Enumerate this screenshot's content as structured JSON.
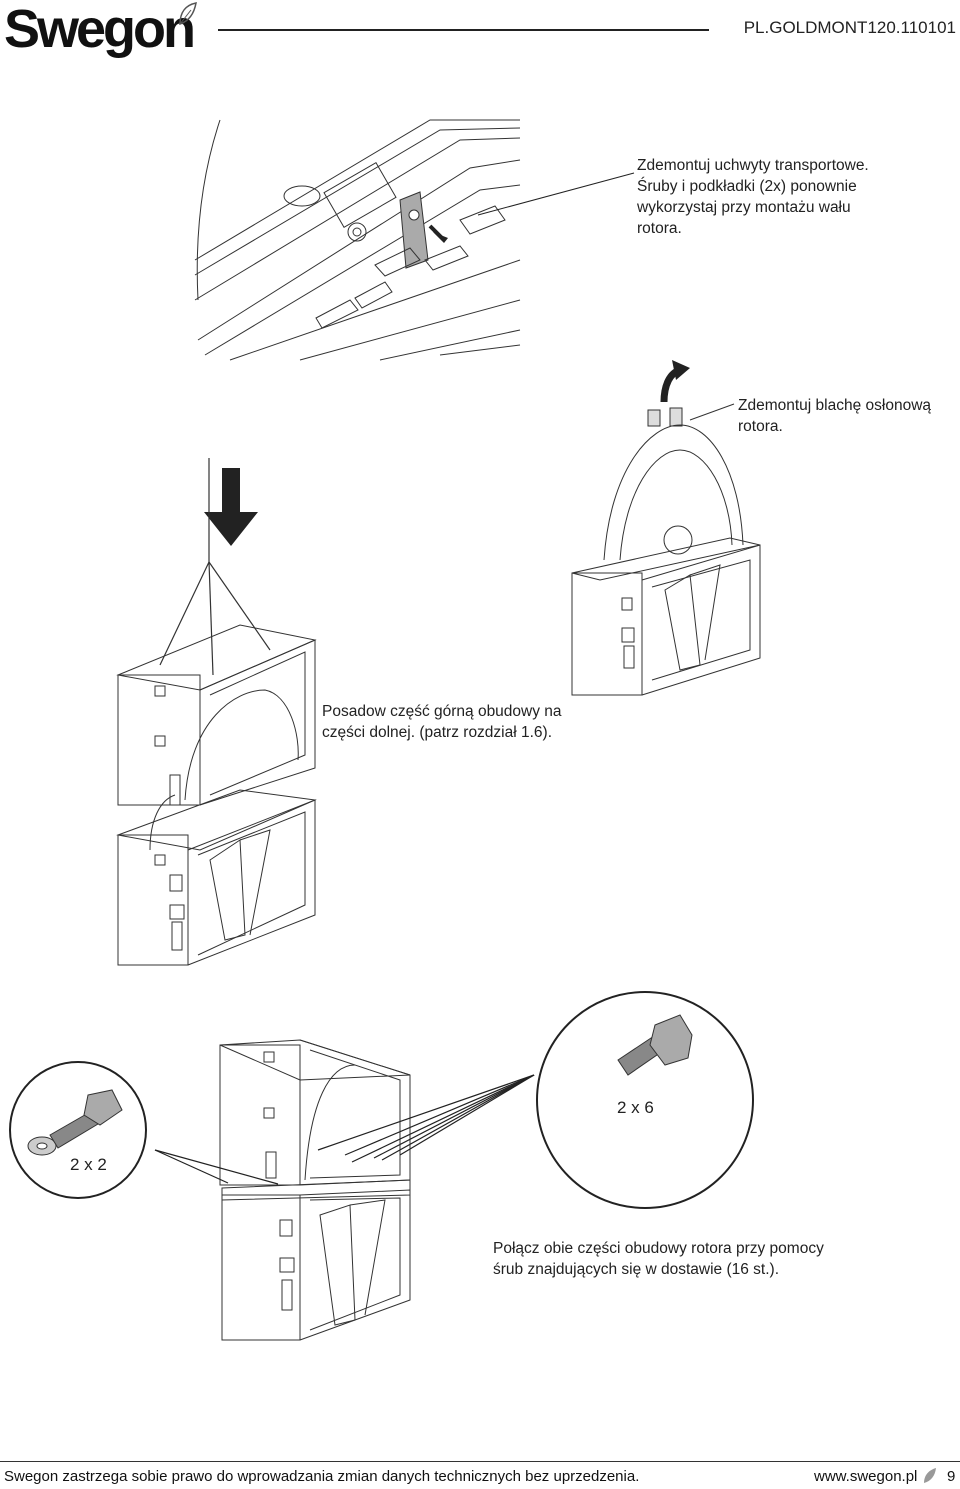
{
  "header": {
    "brand": "Swegon",
    "doc_code": "PL.GOLDMONT120.110101"
  },
  "steps": [
    {
      "lines": [
        "Zdemontuj uchwyty transportowe.",
        "Śruby i podkładki (2x) ponownie",
        "wykorzystaj przy montażu wału",
        "rotora."
      ]
    },
    {
      "lines": [
        "Zdemontuj blachę osłonową",
        "rotora."
      ]
    },
    {
      "lines": [
        "Posadow część górną obudowy na",
        "części dolnej. (patrz rozdział 1.6)."
      ]
    },
    {
      "lines": [
        "Połącz obie części obudowy rotora przy pomocy",
        "śrub znajdujących się w dostawie (16 st.)."
      ]
    }
  ],
  "labels": {
    "bolt_left_qty": "2 x 2",
    "bolt_right_qty": "2 x 6"
  },
  "footer": {
    "disclaimer": "Swegon zastrzega sobie prawo do wprowadzania zmian danych technicznych bez uprzedzenia.",
    "website": "www.swegon.pl",
    "page_number": "9"
  }
}
